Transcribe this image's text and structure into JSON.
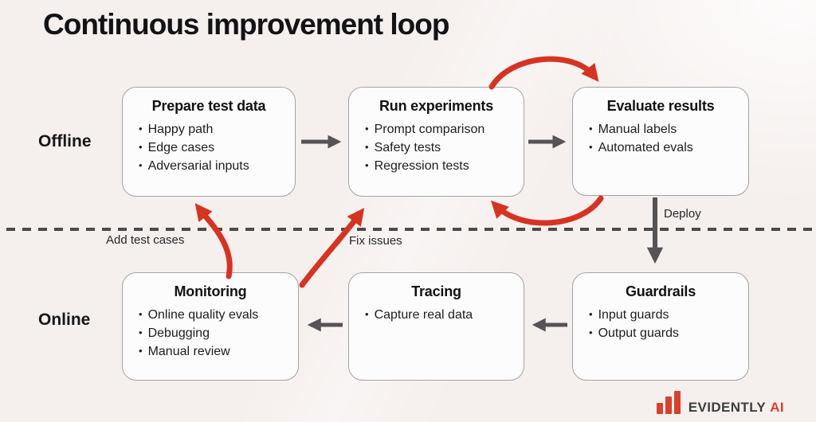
{
  "page": {
    "title": "Continuous improvement loop"
  },
  "lanes": {
    "offline": "Offline",
    "online": "Online"
  },
  "boxes": [
    {
      "title": "Prepare test data",
      "bullets": [
        "Happy path",
        "Edge cases",
        "Adversarial inputs"
      ]
    },
    {
      "title": "Run experiments",
      "bullets": [
        "Prompt comparison",
        "Safety tests",
        "Regression tests"
      ]
    },
    {
      "title": "Evaluate results",
      "bullets": [
        "Manual labels",
        "Automated evals"
      ]
    },
    {
      "title": "Monitoring",
      "bullets": [
        "Online quality evals",
        "Debugging",
        "Manual review"
      ]
    },
    {
      "title": "Tracing",
      "bullets": [
        "Capture real data"
      ]
    },
    {
      "title": "Guardrails",
      "bullets": [
        "Input guards",
        "Output guards"
      ]
    }
  ],
  "arrow_labels": {
    "add_test_cases": "Add test cases",
    "fix_issues": "Fix issues",
    "deploy": "Deploy"
  },
  "logo": {
    "icon": "bar-chart-icon",
    "wordmark": "EVIDENTLY",
    "suffix": "AI"
  },
  "colors": {
    "background": "#f5efed",
    "box_fill": "#fdfcfc",
    "box_border": "#a5a3a3",
    "arrow_gray": "#565357",
    "divider": "#4b4b4b",
    "arrow_red": "#d53423",
    "text": "#17171a",
    "logo_text": "#3e3e40",
    "logo_red": "#d8402f"
  }
}
